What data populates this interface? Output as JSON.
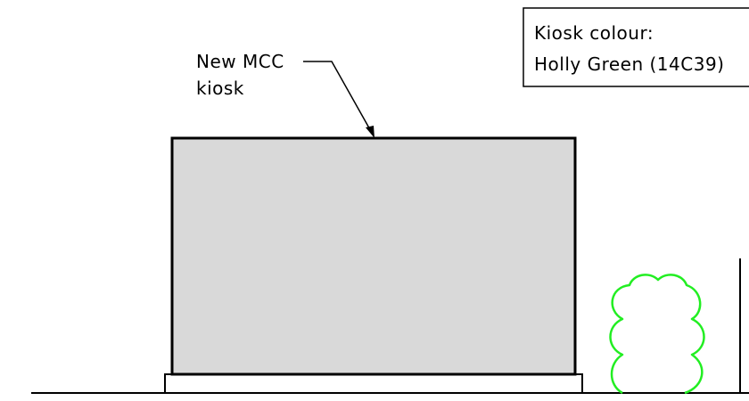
{
  "annotations": {
    "kiosk_callout": {
      "line1": "New MCC",
      "line2": "kiosk"
    },
    "colour_note": {
      "line1": "Kiosk colour:",
      "line2": "Holly Green (14C39)"
    }
  },
  "colors": {
    "kiosk_fill": "#d9d9d9",
    "line": "#000000",
    "shrub": "#22ee22"
  },
  "elements": {
    "kiosk": "mcc-kiosk",
    "plinth": "concrete-plinth",
    "shrub": "shrub",
    "ground": "ground-line",
    "fence": "fence-post"
  }
}
